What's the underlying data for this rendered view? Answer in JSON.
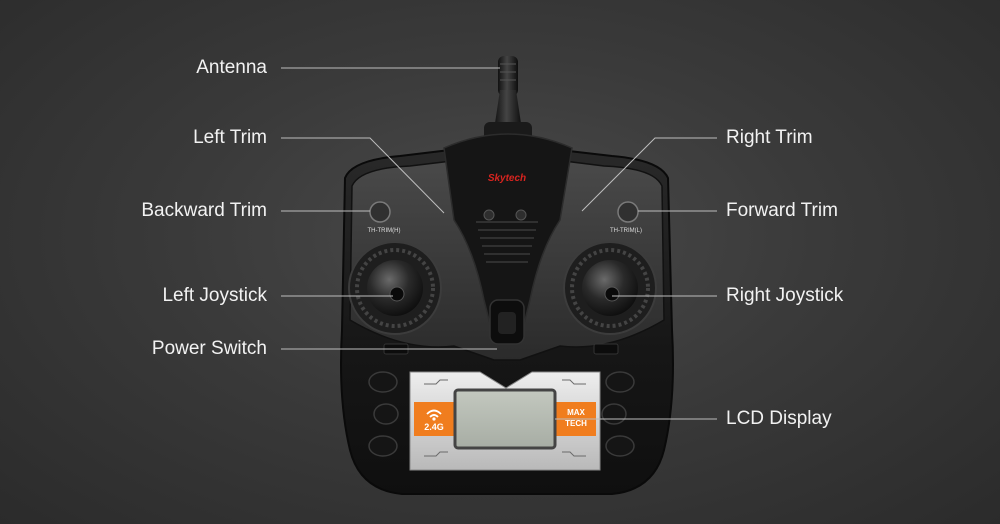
{
  "labels": {
    "antenna": "Antenna",
    "left_trim": "Left Trim",
    "backward_trim": "Backward Trim",
    "left_joystick": "Left Joystick",
    "power_switch": "Power Switch",
    "right_trim": "Right Trim",
    "forward_trim": "Forward Trim",
    "right_joystick": "Right Joystick",
    "lcd_display": "LCD Display"
  },
  "device": {
    "brand": "Skytech",
    "left_trim_marking": "TH-TRIM(H)",
    "right_trim_marking": "TH-TRIM(L)",
    "frequency_badge": "2.4G",
    "badge_line1": "MAX",
    "badge_line2": "TECH"
  },
  "colors": {
    "background": "#3a3a3a",
    "body": "#1c1c1c",
    "accent_orange": "#f07d1e",
    "lcd": "#b7bcb4",
    "brand_red": "#d8241f",
    "label_text": "#f2f2f2",
    "leader_line": "#bdbdbd"
  }
}
